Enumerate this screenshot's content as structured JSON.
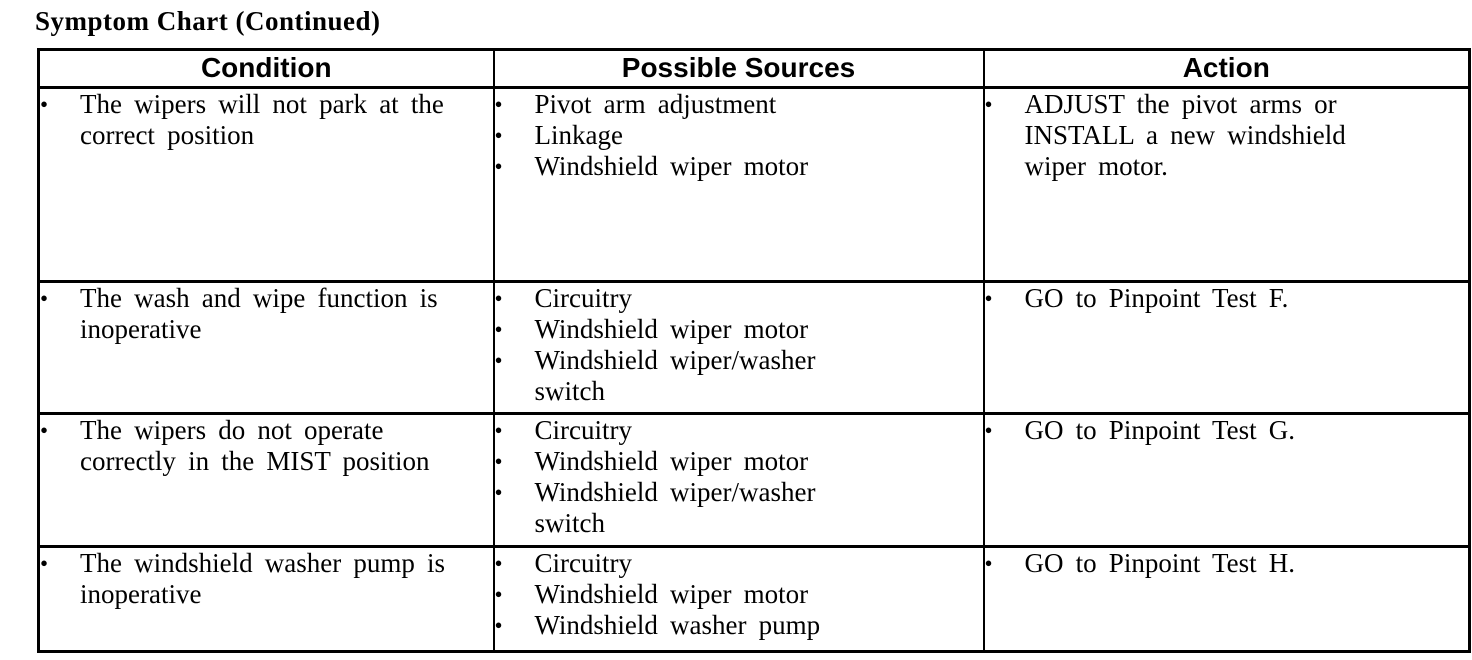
{
  "title": "Symptom Chart (Continued)",
  "glyphs": {
    "bullet": "•"
  },
  "table": {
    "headers": [
      "Condition",
      "Possible Sources",
      "Action"
    ],
    "rows": [
      {
        "condition": "The wipers will not park at the correct position",
        "sources": [
          "Pivot arm adjustment",
          "Linkage",
          "Windshield wiper motor"
        ],
        "action": "ADJUST the pivot arms or INSTALL a new windshield wiper motor."
      },
      {
        "condition": "The wash and wipe function is inoperative",
        "sources": [
          "Circuitry",
          "Windshield wiper motor",
          "Windshield wiper/washer switch"
        ],
        "action": "GO to Pinpoint Test F."
      },
      {
        "condition": "The wipers do not operate correctly in the MIST position",
        "sources": [
          "Circuitry",
          "Windshield wiper motor",
          "Windshield wiper/washer switch"
        ],
        "action": "GO to Pinpoint Test G."
      },
      {
        "condition": "The windshield washer pump is inoperative",
        "sources": [
          "Circuitry",
          "Windshield wiper motor",
          "Windshield washer pump"
        ],
        "action": "GO to Pinpoint Test H."
      }
    ]
  }
}
